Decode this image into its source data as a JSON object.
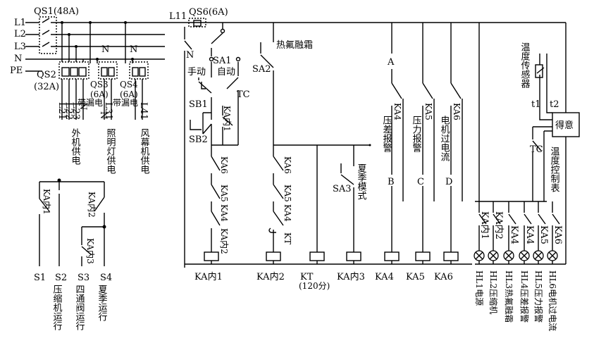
{
  "power": {
    "phases": [
      "L1",
      "L2",
      "L3",
      "N",
      "PE"
    ],
    "qs1": "QS1(48A)",
    "qs2": "QS2",
    "qs2_rating": "(32A)",
    "qs3": "QS3",
    "qs3_rating": "(6A)",
    "qs3_note": "带漏电",
    "qs4": "QS4",
    "qs4_rating": "(6A)",
    "qs4_note": "带漏电",
    "n_mark": "N",
    "out_labels": [
      "L21",
      "L22",
      "L23",
      "N",
      "L31",
      "N",
      "L41"
    ],
    "outdoor_supply": "外机供电",
    "light_supply": "照明灯供电",
    "curtain_supply": "风幕机供电"
  },
  "control": {
    "l11": "L11",
    "qs6": "QS6(6A)",
    "n": "N",
    "sa1": "SA1",
    "manual": "手动",
    "auto": "自动",
    "tc": "TC",
    "sa2": "SA2",
    "defrost": "热氟融霜",
    "sb1": "SB1",
    "sb2": "SB2",
    "ka_in1_contact": "KA内1",
    "ka6": "KA6",
    "ka5": "KA5",
    "ka4": "KA4",
    "ka_in2": "KA内2",
    "kt": "KT",
    "sa3": "SA3",
    "summer_mode": "夏季模式",
    "point_a": "A",
    "point_b": "B",
    "point_c": "C",
    "point_d": "D",
    "pressure_diff_alarm": "压差报警",
    "pressure_alarm": "压力报警",
    "motor_overcurrent": "电机过电流",
    "temp_sensor": "温度传感器",
    "t1": "t1",
    "t2": "t2",
    "deyi": "得意",
    "temp_controller": "温度控制表",
    "coil_labels": [
      "KA内1",
      "KA内2",
      "KT",
      "KA内3",
      "KA4",
      "KA5",
      "KA6"
    ],
    "kt_time": "(120分)",
    "lamp_contacts": [
      "KA内1",
      "KA内2",
      "KA4",
      "KA4",
      "KA5",
      "KA6"
    ],
    "lamp_labels": [
      "HL1电源",
      "HL2压缩机",
      "HL3热氟融霜",
      "HL4压差报警",
      "HL5压力报警",
      "HL6电机过电流"
    ]
  },
  "signals": {
    "ka_in1": "KA内1",
    "ka_in2": "KA内2",
    "ka_in3": "KA内3",
    "s1": "S1",
    "s2": "S2",
    "s2_desc": "压缩机运行",
    "s3": "S3",
    "s3_desc": "四通阀运行",
    "s4": "S4",
    "s4_desc": "夏季运行"
  }
}
